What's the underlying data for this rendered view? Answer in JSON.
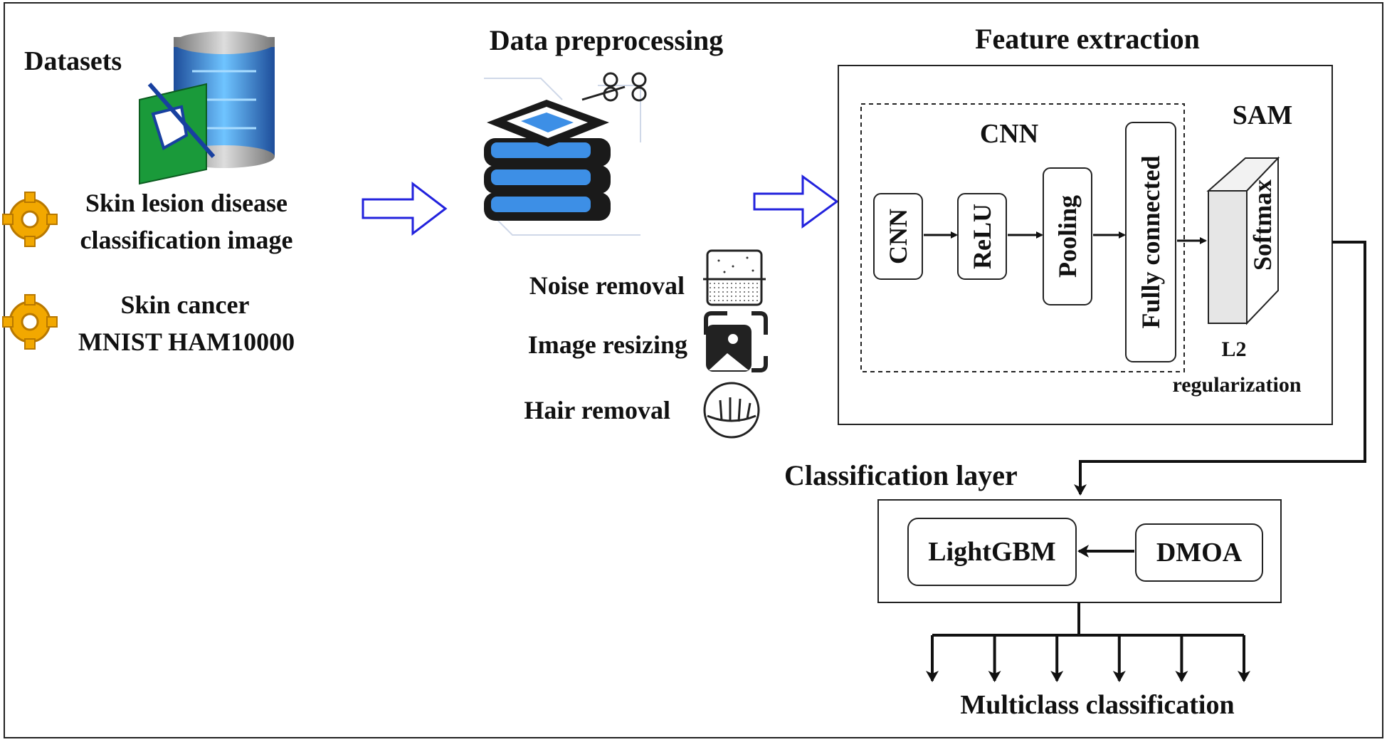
{
  "datasets": {
    "title": "Datasets",
    "items": [
      {
        "line1": "Skin lesion disease",
        "line2": "classification image",
        "icon": "gear-icon"
      },
      {
        "line1": "Skin cancer",
        "line2": "MNIST HAM10000",
        "icon": "gear-icon"
      }
    ],
    "icon": "database-icon"
  },
  "preprocessing": {
    "title": "Data preprocessing",
    "icon": "server-stack-icon",
    "steps": [
      {
        "label": "Noise removal",
        "icon": "noise-icon"
      },
      {
        "label": "Image resizing",
        "icon": "image-resize-icon"
      },
      {
        "label": "Hair removal",
        "icon": "hair-icon"
      }
    ]
  },
  "feature_extraction": {
    "title": "Feature extraction",
    "cnn_group_label": "CNN",
    "layers": [
      "CNN",
      "ReLU",
      "Pooling",
      "Fully connected"
    ],
    "sam_label": "SAM",
    "softmax_label": "Softmax",
    "reg_line1": "L2",
    "reg_line2": "regularization"
  },
  "classification": {
    "title": "Classification layer",
    "model": "LightGBM",
    "optimizer": "DMOA",
    "output_label": "Multiclass classification",
    "output_count": 6
  },
  "colors": {
    "stroke": "#111111",
    "flow_arrow": "#2222dd",
    "gear": "#f2a800",
    "server_blue": "#3d8fe6"
  }
}
